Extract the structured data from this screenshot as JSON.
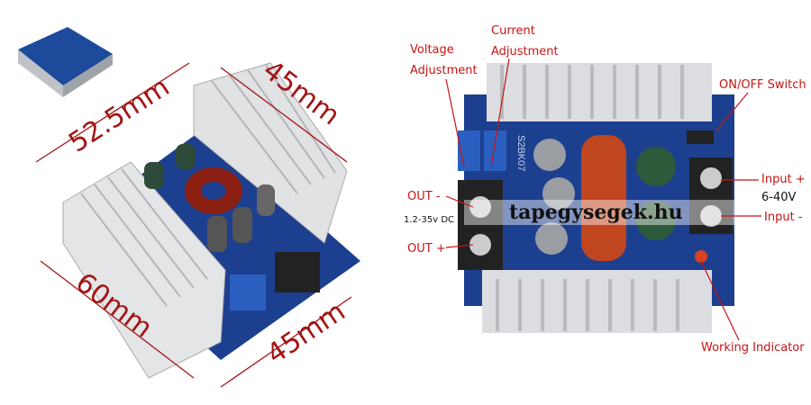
{
  "dimensions": {
    "top_left": "52.5mm",
    "top_right": "45mm",
    "bottom_left": "60mm",
    "bottom_right": "45mm"
  },
  "labels": {
    "voltage_adjustment": [
      "Voltage",
      "Adjustment"
    ],
    "current_adjustment": [
      "Current",
      "Adjustment"
    ],
    "on_off_switch": "ON/OFF Switch",
    "input_plus": "Input +",
    "input_range": "6-40V",
    "input_minus": "Input -",
    "out_minus": "OUT -",
    "output_range": "1.2-35v DC",
    "out_plus": "OUT +",
    "working_indicator": "Working Indicator"
  },
  "watermark": "tapegysegek.hu",
  "board_marking": "S2BK07",
  "colors": {
    "label": "#c81414",
    "board": "#1d3f8f",
    "heatsink": "#d9dadc"
  }
}
